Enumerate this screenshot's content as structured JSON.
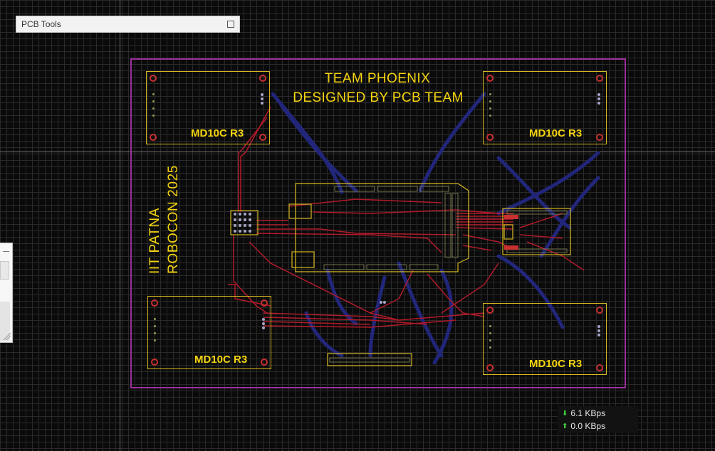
{
  "pcb_tools": {
    "title": "PCB Tools"
  },
  "board": {
    "title_line1": "TEAM PHOENIX",
    "title_line2": "DESIGNED BY PCB TEAM",
    "side_line1": "IIT PATNA",
    "side_line2": "ROBOCON 2025",
    "drivers": [
      {
        "label": "MD10C R3"
      },
      {
        "label": "MD10C R3"
      },
      {
        "label": "MD10C R3"
      },
      {
        "label": "MD10C R3"
      }
    ]
  },
  "network": {
    "download": "6.1 KBps",
    "upload": "0.0 KBps"
  },
  "colors": {
    "silkscreen": "#f5d40f",
    "outline": "#9b2d9b",
    "top_trace": "#b11a2a",
    "bottom_trace": "#22267a",
    "network_arrow": "#3fcf3f"
  }
}
